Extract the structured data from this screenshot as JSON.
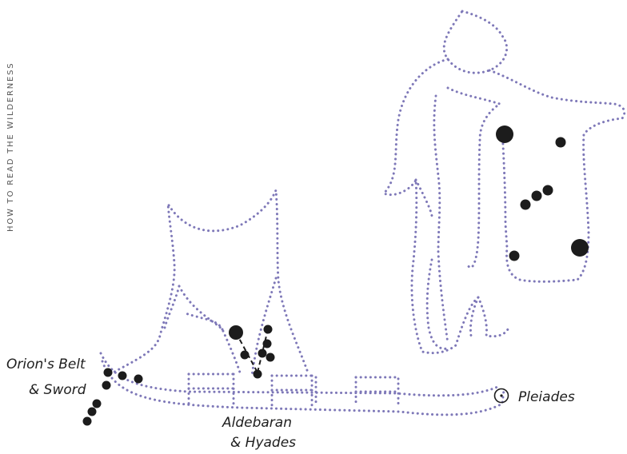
{
  "running_head": "HOW TO READ THE WILDERNESS",
  "labels": {
    "orion_line1": "Orion's Belt",
    "orion_line2": "& Sword",
    "aldebaran_line1": "Aldebaran",
    "aldebaran_line2": "& Hyades",
    "pleiades": "Pleiades"
  },
  "colors": {
    "dotted_outline": "#7e78b8",
    "stars": "#1c1c1c",
    "text": "#1e1e1e"
  }
}
